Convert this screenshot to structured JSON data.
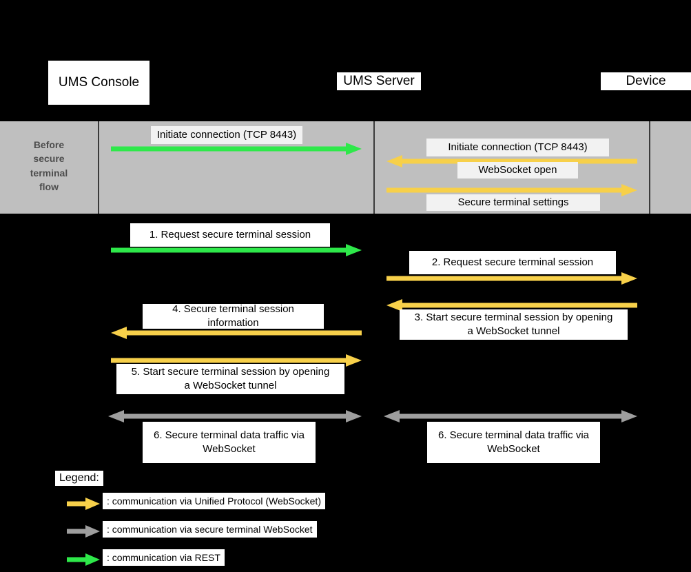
{
  "diagram": {
    "title": "Secure terminal flow sequence diagram",
    "background": "#000000"
  },
  "colors": {
    "unified_protocol": "#F7D04A",
    "secure_terminal_ws": "#9E9E9E",
    "rest": "#2EE84A",
    "band": "#BFBFBF",
    "label_box": "#FFFFFF",
    "label_box_faint": "#F2F2F2",
    "divider": "#3A3A3A",
    "phase_text": "#4D4D4D"
  },
  "actors": [
    {
      "id": "ums-console",
      "label": "UMS Console"
    },
    {
      "id": "ums-server",
      "label": "UMS Server"
    },
    {
      "id": "device",
      "label": "Device"
    }
  ],
  "phase": {
    "label": "Before\nsecure\nterminal\nflow",
    "label_lines": [
      "Before",
      "secure",
      "terminal",
      "flow"
    ]
  },
  "phase_messages": [
    {
      "id": "phase-msg-1",
      "text": "Initiate connection (TCP 8443)",
      "from": "ums-console",
      "to": "ums-server",
      "direction": "right",
      "channel": "rest"
    },
    {
      "id": "phase-msg-2",
      "text": "Initiate connection (TCP 8443)",
      "from": "device",
      "to": "ums-server",
      "direction": "left",
      "channel": "unified_protocol"
    },
    {
      "id": "phase-msg-3",
      "text": "WebSocket open",
      "from": "device",
      "to": "ums-server",
      "direction": "left",
      "channel": "unified_protocol"
    },
    {
      "id": "phase-msg-4",
      "text": "Secure terminal settings",
      "from": "ums-server",
      "to": "device",
      "direction": "right",
      "channel": "unified_protocol"
    }
  ],
  "flow_messages": [
    {
      "id": "msg-1",
      "number": "1.",
      "text": "1.   Request secure terminal session",
      "from": "ums-console",
      "to": "ums-server",
      "direction": "right",
      "channel": "rest"
    },
    {
      "id": "msg-2",
      "number": "2.",
      "text": "2.   Request secure terminal session",
      "from": "ums-server",
      "to": "device",
      "direction": "right",
      "channel": "unified_protocol"
    },
    {
      "id": "msg-3",
      "number": "3.",
      "text": "3.   Start secure terminal session by opening a WebSocket tunnel",
      "line1": "3.   Start secure terminal session by opening",
      "line2": "a WebSocket tunnel",
      "from": "device",
      "to": "ums-server",
      "direction": "left",
      "channel": "unified_protocol"
    },
    {
      "id": "msg-4",
      "number": "4.",
      "text": "4.   Secure terminal session information",
      "line1": "4.   Secure terminal session",
      "line2": "information",
      "from": "ums-server",
      "to": "ums-console",
      "direction": "left",
      "channel": "unified_protocol"
    },
    {
      "id": "msg-5",
      "number": "5.",
      "text": "5.   Start secure terminal session by opening a WebSocket tunnel",
      "line1": "5.   Start secure terminal session by opening",
      "line2": "a WebSocket tunnel",
      "from": "ums-console",
      "to": "ums-server",
      "direction": "right",
      "channel": "unified_protocol"
    },
    {
      "id": "msg-6-left",
      "number": "6.",
      "text": "6.   Secure terminal data traffic via WebSocket",
      "line1": "6.   Secure terminal data traffic via",
      "line2": "WebSocket",
      "from": "ums-console",
      "to": "ums-server",
      "direction": "both",
      "channel": "secure_terminal_ws"
    },
    {
      "id": "msg-6-right",
      "number": "6.",
      "text": "6.   Secure terminal data traffic via WebSocket",
      "line1": "6.   Secure terminal data traffic via",
      "line2": "WebSocket",
      "from": "ums-server",
      "to": "device",
      "direction": "both",
      "channel": "secure_terminal_ws"
    }
  ],
  "legend": {
    "title": "Legend:",
    "entries": [
      {
        "id": "legend-unified",
        "arrow_color": "#F7D04A",
        "text": ": communication via Unified Protocol (WebSocket)"
      },
      {
        "id": "legend-secure",
        "arrow_color": "#9E9E9E",
        "text": ": communication via secure terminal WebSocket"
      },
      {
        "id": "legend-rest",
        "arrow_color": "#2EE84A",
        "text": ": communication via REST"
      }
    ]
  }
}
